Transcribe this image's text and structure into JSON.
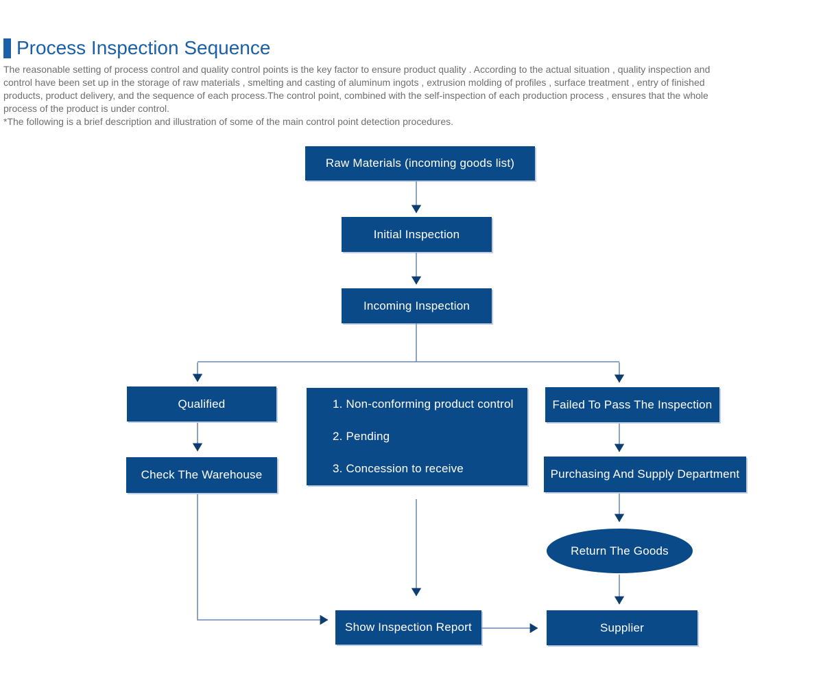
{
  "header": {
    "title": "Process Inspection Sequence",
    "description": "The reasonable setting of process control and quality control points is the key factor to ensure product quality . According to the actual situation , quality inspection and\ncontrol have been set up in the storage of raw materials , smelting and casting of aluminum ingots , extrusion molding of profiles , surface treatment , entry of finished\nproducts, product delivery, and the sequence of each process.The control point, combined with the self-inspection of each production process , ensures that the whole\nprocess of the product is under control.\n*The following is a brief description and illustration of some of the main control point detection procedures."
  },
  "colors": {
    "accent": "#1c5fa9",
    "node_fill": "#0b4a88",
    "node_text": "#ffffff",
    "arrow_line": "#6687ad",
    "arrow_head": "#0e3d72",
    "text_gray": "#6e6e6e"
  },
  "flowchart": {
    "nodes": {
      "raw_materials": {
        "label": "Raw Materials (incoming goods list)"
      },
      "initial_inspection": {
        "label": "Initial Inspection"
      },
      "incoming_inspection": {
        "label": "Incoming Inspection"
      },
      "qualified": {
        "label": "Qualified"
      },
      "check_warehouse": {
        "label": "Check The Warehouse"
      },
      "nonconforming": {
        "items": [
          "1. Non-conforming product control",
          "2. Pending",
          "3. Concession to receive"
        ]
      },
      "failed_inspection": {
        "label": "Failed To Pass The Inspection"
      },
      "purchasing_supply": {
        "label": "Purchasing And Supply Department"
      },
      "return_goods": {
        "label": "Return The Goods"
      },
      "supplier": {
        "label": "Supplier"
      },
      "show_report": {
        "label": "Show Inspection Report"
      }
    },
    "edges": [
      [
        "raw_materials",
        "initial_inspection"
      ],
      [
        "initial_inspection",
        "incoming_inspection"
      ],
      [
        "incoming_inspection",
        "qualified"
      ],
      [
        "incoming_inspection",
        "failed_inspection"
      ],
      [
        "qualified",
        "check_warehouse"
      ],
      [
        "check_warehouse",
        "show_report"
      ],
      [
        "nonconforming",
        "show_report"
      ],
      [
        "show_report",
        "supplier"
      ],
      [
        "failed_inspection",
        "purchasing_supply"
      ],
      [
        "purchasing_supply",
        "return_goods"
      ],
      [
        "return_goods",
        "supplier"
      ]
    ]
  }
}
